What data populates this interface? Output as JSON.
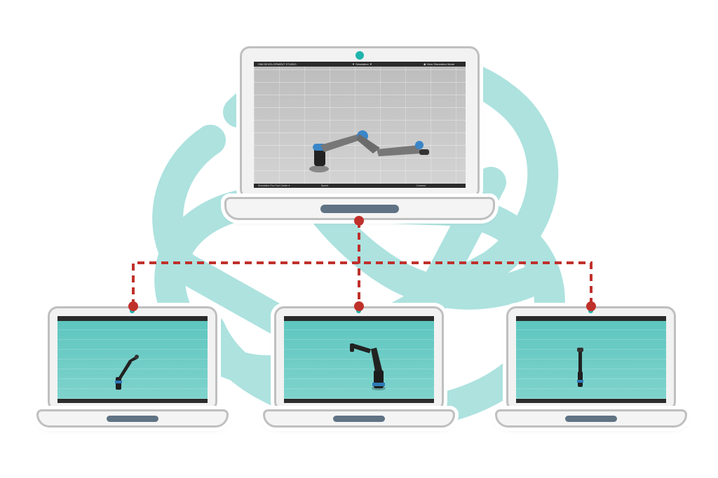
{
  "colors": {
    "logo": "#a9e1de",
    "connector": "#c0302b",
    "teal_viewport": "#6ccdc6",
    "grey_viewport": "#c9c9c9",
    "trackpad": "#5f7384",
    "camera": "#1fb5ad"
  },
  "main_laptop": {
    "title": "SIM DEVELOPMENT STUDIO",
    "center": "▼ Simulation ▼",
    "right": "◉ View Simulation Mode",
    "bottom_left": "Simulation Run  Tool Center ▾",
    "bottom_mid": "Speed",
    "bottom_btn": "",
    "bottom_right": "Connect",
    "bottom_right_btn": ""
  },
  "client_laptops": [
    {
      "title": "",
      "center": "",
      "right": ""
    },
    {
      "title": "",
      "center": "",
      "right": ""
    },
    {
      "title": "",
      "center": "",
      "right": ""
    }
  ],
  "icons": {
    "background": "hexagonal-knot-logo-icon",
    "robot": "robot-arm-icon"
  }
}
